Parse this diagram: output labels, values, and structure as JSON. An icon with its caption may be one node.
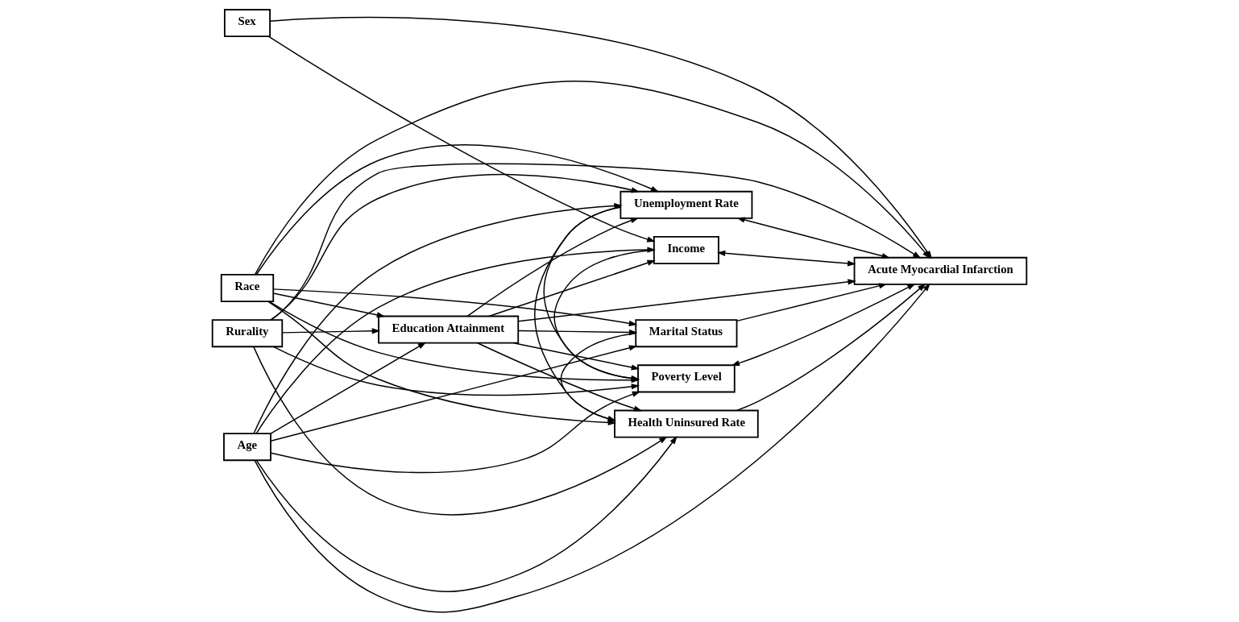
{
  "diagram": {
    "nodes": [
      {
        "text": [
          "Sex"
        ]
      },
      {
        "text": [
          "Income"
        ]
      },
      {
        "text": [
          "Education Attainment"
        ]
      },
      {
        "text": [
          "Poverty Level"
        ]
      },
      {
        "text": [
          "Unemployment Rate"
        ]
      },
      {
        "text": [
          "Rurality"
        ]
      },
      {
        "text": [
          "Acute Myocardial Infarction"
        ]
      },
      {
        "text": [
          "Race"
        ]
      },
      {
        "text": [
          "Health Uninsured Rate"
        ]
      },
      {
        "text": [
          "Marital Status"
        ]
      },
      {
        "text": [
          "Age"
        ]
      }
    ],
    "edges": [
      {
        "from": 0,
        "to": 1,
        "arrow": "to"
      },
      {
        "from": 0,
        "to": 6,
        "arrow": "to"
      },
      {
        "from": 2,
        "to": 6,
        "arrow": "to"
      },
      {
        "from": 2,
        "to": 1,
        "arrow": "to"
      },
      {
        "from": 2,
        "to": 3,
        "arrow": "to"
      },
      {
        "from": 2,
        "to": 4,
        "arrow": "to"
      },
      {
        "from": 2,
        "to": 8,
        "arrow": "to"
      },
      {
        "from": 2,
        "to": 9,
        "arrow": "to"
      },
      {
        "from": 5,
        "to": 2,
        "arrow": "to"
      },
      {
        "from": 5,
        "to": 3,
        "arrow": "to"
      },
      {
        "from": 5,
        "to": 4,
        "arrow": "to"
      },
      {
        "from": 5,
        "to": 6,
        "arrow": "to"
      },
      {
        "from": 5,
        "to": 8,
        "arrow": "to"
      },
      {
        "from": 7,
        "to": 2,
        "arrow": "to"
      },
      {
        "from": 7,
        "to": 3,
        "arrow": "to"
      },
      {
        "from": 7,
        "to": 4,
        "arrow": "to"
      },
      {
        "from": 7,
        "to": 6,
        "arrow": "to"
      },
      {
        "from": 7,
        "to": 8,
        "arrow": "to"
      },
      {
        "from": 7,
        "to": 9,
        "arrow": "to"
      },
      {
        "from": 10,
        "to": 2,
        "arrow": "to"
      },
      {
        "from": 10,
        "to": 1,
        "arrow": "to"
      },
      {
        "from": 10,
        "to": 3,
        "arrow": "to"
      },
      {
        "from": 10,
        "to": 4,
        "arrow": "to"
      },
      {
        "from": 10,
        "to": 8,
        "arrow": "to"
      },
      {
        "from": 10,
        "to": 9,
        "arrow": "to"
      },
      {
        "from": 10,
        "to": 6,
        "arrow": "to"
      },
      {
        "from": 1,
        "to": 3,
        "arrow": "to"
      },
      {
        "from": 4,
        "to": 3,
        "arrow": "to"
      },
      {
        "from": 4,
        "to": 8,
        "arrow": "to"
      },
      {
        "from": 9,
        "to": 8,
        "arrow": "to"
      },
      {
        "from": 6,
        "to": 1,
        "arrow": "both"
      },
      {
        "from": 6,
        "to": 3,
        "arrow": "both"
      },
      {
        "from": 6,
        "to": 4,
        "arrow": "both"
      },
      {
        "from": 8,
        "to": 6,
        "arrow": "to"
      },
      {
        "from": 9,
        "to": 6,
        "arrow": "to"
      }
    ]
  }
}
